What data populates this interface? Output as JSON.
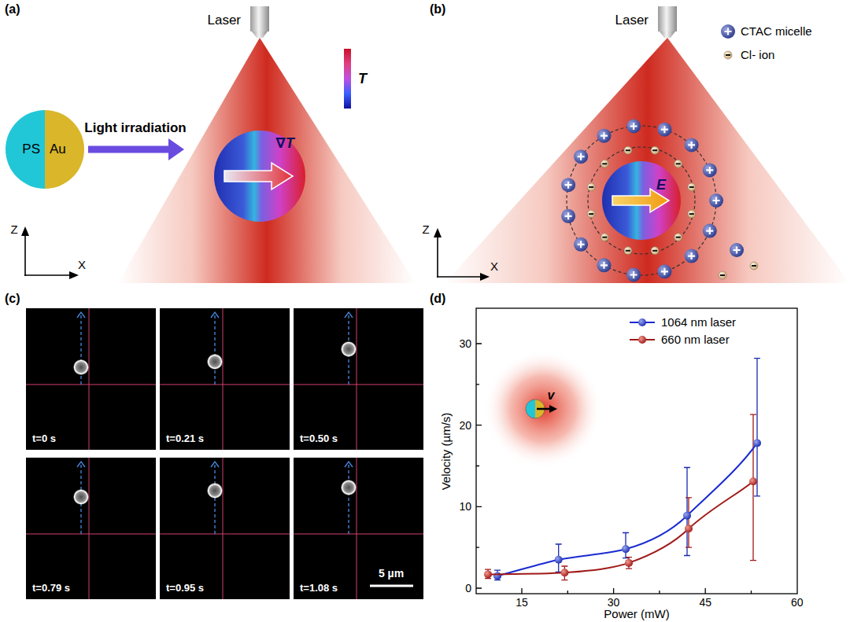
{
  "diagram": {
    "nodes": [
      {
        "text": [
          "PS"
        ]
      },
      {
        "text": [
          "Au"
        ]
      },
      {
        "text": [
          "t=0 s"
        ]
      },
      {
        "text": [
          "t=0.21 s"
        ]
      },
      {
        "text": [
          "t=0.50 s"
        ]
      },
      {
        "text": [
          "t=0.79 s"
        ]
      },
      {
        "text": [
          "t=0.95 s"
        ]
      },
      {
        "text": [
          "t=1.08 s"
        ]
      }
    ],
    "labels": [
      "(a)",
      "Laser",
      "T",
      "Light irradiation",
      "∇T",
      "Z",
      "X",
      "(b)",
      "Laser",
      "E",
      "Z",
      "X",
      "(c)",
      "5 µm",
      "(d)",
      "0",
      "10",
      "20",
      "30",
      "15",
      "30",
      "45",
      "60",
      "Velocity (µm/s)",
      "Power (mW)",
      "v"
    ],
    "legend": [
      {
        "text": "CTAC micelle"
      },
      {
        "text": "Cl- ion"
      },
      {
        "text": "1064 nm laser"
      },
      {
        "text": "660 nm laser"
      }
    ]
  }
}
